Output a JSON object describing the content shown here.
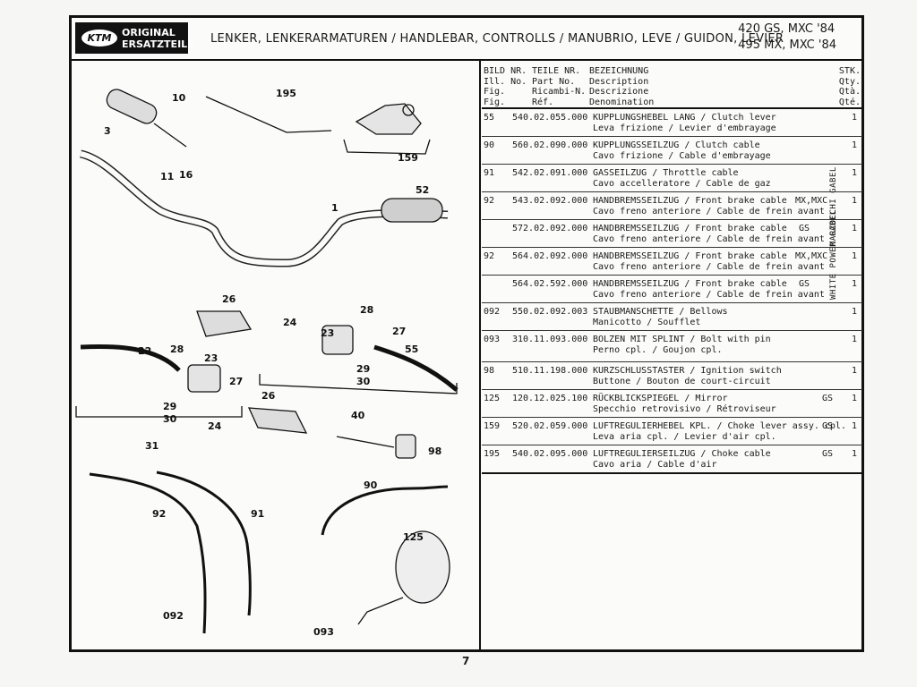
{
  "header": {
    "logo_line1": "ORIGINAL",
    "logo_line2": "ERSATZTEILE",
    "logo_mark": "KTM",
    "title": "LENKER, LENKERARMATUREN / HANDLEBAR, CONTROLLS / MANUBRIO, LEVE / GUIDON, LEVIER",
    "model_line1": "420 GS, MXC '84",
    "model_line2": "495 MX, MXC '84"
  },
  "table": {
    "headers": {
      "col1": "BILD NR.\nIll. No.\nFig.\nFig.",
      "col2": "TEILE NR.\nPart No.\nRicambi-N.\nRéf.",
      "col3": "BEZEICHNUNG\nDescription\nDescrizione\nDenomination",
      "col4": "STK.\nQty.\nQtà.\nQté."
    },
    "rows": [
      {
        "fig": "55",
        "part": "540.02.055.000",
        "line1": "KUPPLUNGSHEBEL LANG / Clutch lever",
        "line2": "Leva frizione / Levier d'embrayage",
        "tag": "",
        "qty": "1"
      },
      {
        "fig": "90",
        "part": "560.02.090.000",
        "line1": "KUPPLUNGSSEILZUG / Clutch cable",
        "line2": "Cavo frizione / Cable d'embrayage",
        "tag": "",
        "qty": "1"
      },
      {
        "fig": "91",
        "part": "542.02.091.000",
        "line1": "GASSEILZUG / Throttle cable",
        "line2": "Cavo accelleratore / Cable de gaz",
        "tag": "",
        "qty": "1"
      },
      {
        "fig": "92",
        "part": "543.02.092.000",
        "line1": "HANDBREMSSEILZUG / Front brake cable",
        "line2": "Cavo freno anteriore / Cable de frein avant",
        "tag": "MX,MXC",
        "qty": "1"
      },
      {
        "fig": "",
        "part": "572.02.092.000",
        "line1": "HANDBREMSSEILZUG / Front brake cable",
        "line2": "Cavo freno anteriore / Cable de frein avant",
        "tag": "GS",
        "qty": "1"
      },
      {
        "fig": "92",
        "part": "564.02.092.000",
        "line1": "HANDBREMSSEILZUG / Front brake cable",
        "line2": "Cavo freno anteriore / Cable de frein avant",
        "tag": "MX,MXC",
        "qty": "1"
      },
      {
        "fig": "",
        "part": "564.02.592.000",
        "line1": "HANDBREMSSEILZUG / Front brake cable",
        "line2": "Cavo freno anteriore / Cable de frein avant",
        "tag": "GS",
        "qty": "1"
      },
      {
        "fig": "092",
        "part": "550.02.092.003",
        "line1": "STAUBMANSCHETTE / Bellows",
        "line2": "Manicotto / Soufflet",
        "tag": "",
        "qty": "1"
      },
      {
        "fig": "093",
        "part": "310.11.093.000",
        "line1": "BOLZEN MIT SPLINT / Bolt with pin",
        "line2": "Perno cpl. / Goujon cpl.",
        "tag": "",
        "qty": "1"
      },
      {
        "fig": "98",
        "part": "510.11.198.000",
        "line1": "KURZSCHLUSSTASTER / Ignition switch",
        "line2": "Buttone / Bouton de court-circuit",
        "tag": "",
        "qty": "1"
      },
      {
        "fig": "125",
        "part": "120.12.025.100",
        "line1": "RÜCKBLICKSPIEGEL / Mirror",
        "line2": "Specchio retrovisivo / Rétroviseur",
        "tag": "GS",
        "qty": "1"
      },
      {
        "fig": "159",
        "part": "520.02.059.000",
        "line1": "LUFTREGULIERHEBEL KPL. / Choke lever assy. cpl.",
        "line2": "Leva aria cpl. / Levier d'air cpl.",
        "tag": "GS",
        "qty": "1"
      },
      {
        "fig": "195",
        "part": "540.02.095.000",
        "line1": "LUFTREGULIERSEILZUG / Choke cable",
        "line2": "Cavo aria / Cable d'air",
        "tag": "GS",
        "qty": "1"
      }
    ],
    "side_labels": {
      "marzocchi": "MARZOCCHI GABEL",
      "whitepower": "WHITE POWER GABEL"
    }
  },
  "figure": {
    "callouts": [
      "10",
      "195",
      "3",
      "159",
      "11",
      "16",
      "52",
      "1",
      "26",
      "28",
      "24",
      "23",
      "27",
      "22",
      "28",
      "23",
      "55",
      "29",
      "30",
      "27",
      "26",
      "29",
      "30",
      "24",
      "40",
      "31",
      "98",
      "90",
      "92",
      "91",
      "125",
      "092",
      "093"
    ]
  },
  "footer": {
    "page_number": "7"
  }
}
